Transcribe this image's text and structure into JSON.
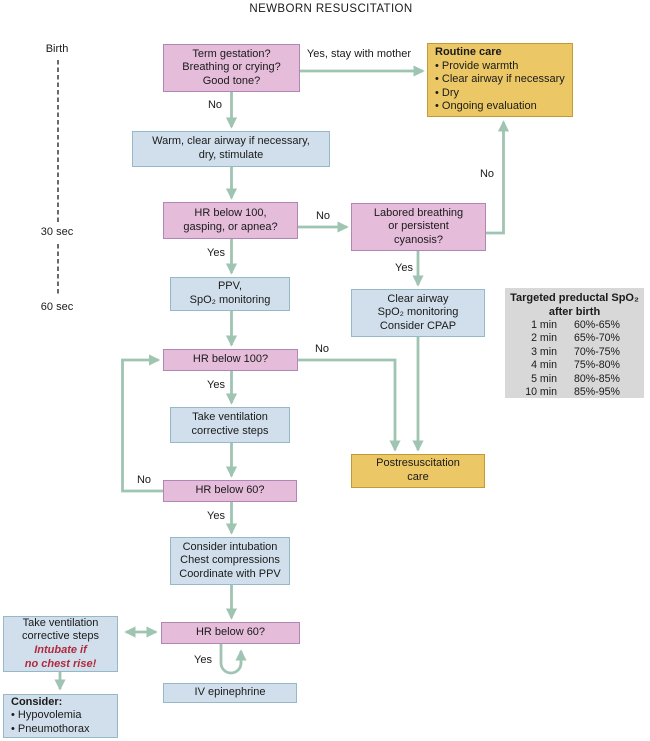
{
  "title": "NEWBORN RESUSCITATION",
  "timeline": {
    "birth": "Birth",
    "t30": "30 sec",
    "t60": "60 sec"
  },
  "boxes": {
    "term": {
      "lines": [
        "Term gestation?",
        "Breathing or crying?",
        "Good tone?"
      ]
    },
    "routine": {
      "title": "Routine care",
      "items": [
        "• Provide warmth",
        "• Clear airway if necessary",
        "• Dry",
        "• Ongoing evaluation"
      ]
    },
    "warm": {
      "lines": [
        "Warm, clear airway if necessary,",
        "dry, stimulate"
      ]
    },
    "hr100_gasping": {
      "lines": [
        "HR below 100,",
        "gasping, or apnea?"
      ]
    },
    "labored": {
      "lines": [
        "Labored breathing",
        "or persistent",
        "cyanosis?"
      ]
    },
    "ppv": {
      "lines": [
        "PPV,",
        "SpO₂ monitoring"
      ]
    },
    "clear_airway": {
      "lines": [
        "Clear airway",
        "SpO₂ monitoring",
        "Consider CPAP"
      ]
    },
    "hr100": {
      "lines": [
        "HR below 100?"
      ]
    },
    "take_vent": {
      "lines": [
        "Take ventilation",
        "corrective steps"
      ]
    },
    "hr60_1": {
      "lines": [
        "HR below 60?"
      ]
    },
    "postres": {
      "lines": [
        "Postresuscitation",
        "care"
      ]
    },
    "intubation": {
      "lines": [
        "Consider intubation",
        "Chest compressions",
        "Coordinate with PPV"
      ]
    },
    "hr60_2": {
      "lines": [
        "HR below 60?"
      ]
    },
    "take_vent2": {
      "lines": [
        "Take ventilation",
        "corrective steps"
      ],
      "warning": [
        "Intubate if",
        "no chest rise!"
      ]
    },
    "consider": {
      "title": "Consider:",
      "items": [
        "• Hypovolemia",
        "• Pneumothorax"
      ]
    },
    "iv_epi": {
      "lines": [
        "IV epinephrine"
      ]
    }
  },
  "table": {
    "title_line1": "Targeted preductal SpO₂",
    "title_line2": "after birth",
    "rows": [
      {
        "time": "1 min",
        "range": "60%-65%"
      },
      {
        "time": "2 min",
        "range": "65%-70%"
      },
      {
        "time": "3 min",
        "range": "70%-75%"
      },
      {
        "time": "4 min",
        "range": "75%-80%"
      },
      {
        "time": "5 min",
        "range": "80%-85%"
      },
      {
        "time": "10 min",
        "range": "85%-95%"
      }
    ]
  },
  "labels": {
    "yes_stay": "Yes, stay with mother",
    "no_term": "No",
    "no_hr100g": "No",
    "yes_hr100g": "Yes",
    "no_labored": "No",
    "yes_labored": "Yes",
    "no_hr100": "No",
    "yes_hr100": "Yes",
    "no_hr60": "No",
    "yes_hr60": "Yes",
    "yes_hr60b": "Yes"
  },
  "colors": {
    "pink_fill": "#e5bcda",
    "pink_border": "#b086b4",
    "blue_fill": "#d0dfeb",
    "blue_border": "#95b9c7",
    "yellow_fill": "#ebc765",
    "yellow_border": "#c29b36",
    "arrow_green": "#9fc5b2",
    "table_gray": "#d8d8d8",
    "warning_red": "#b02a3f"
  }
}
